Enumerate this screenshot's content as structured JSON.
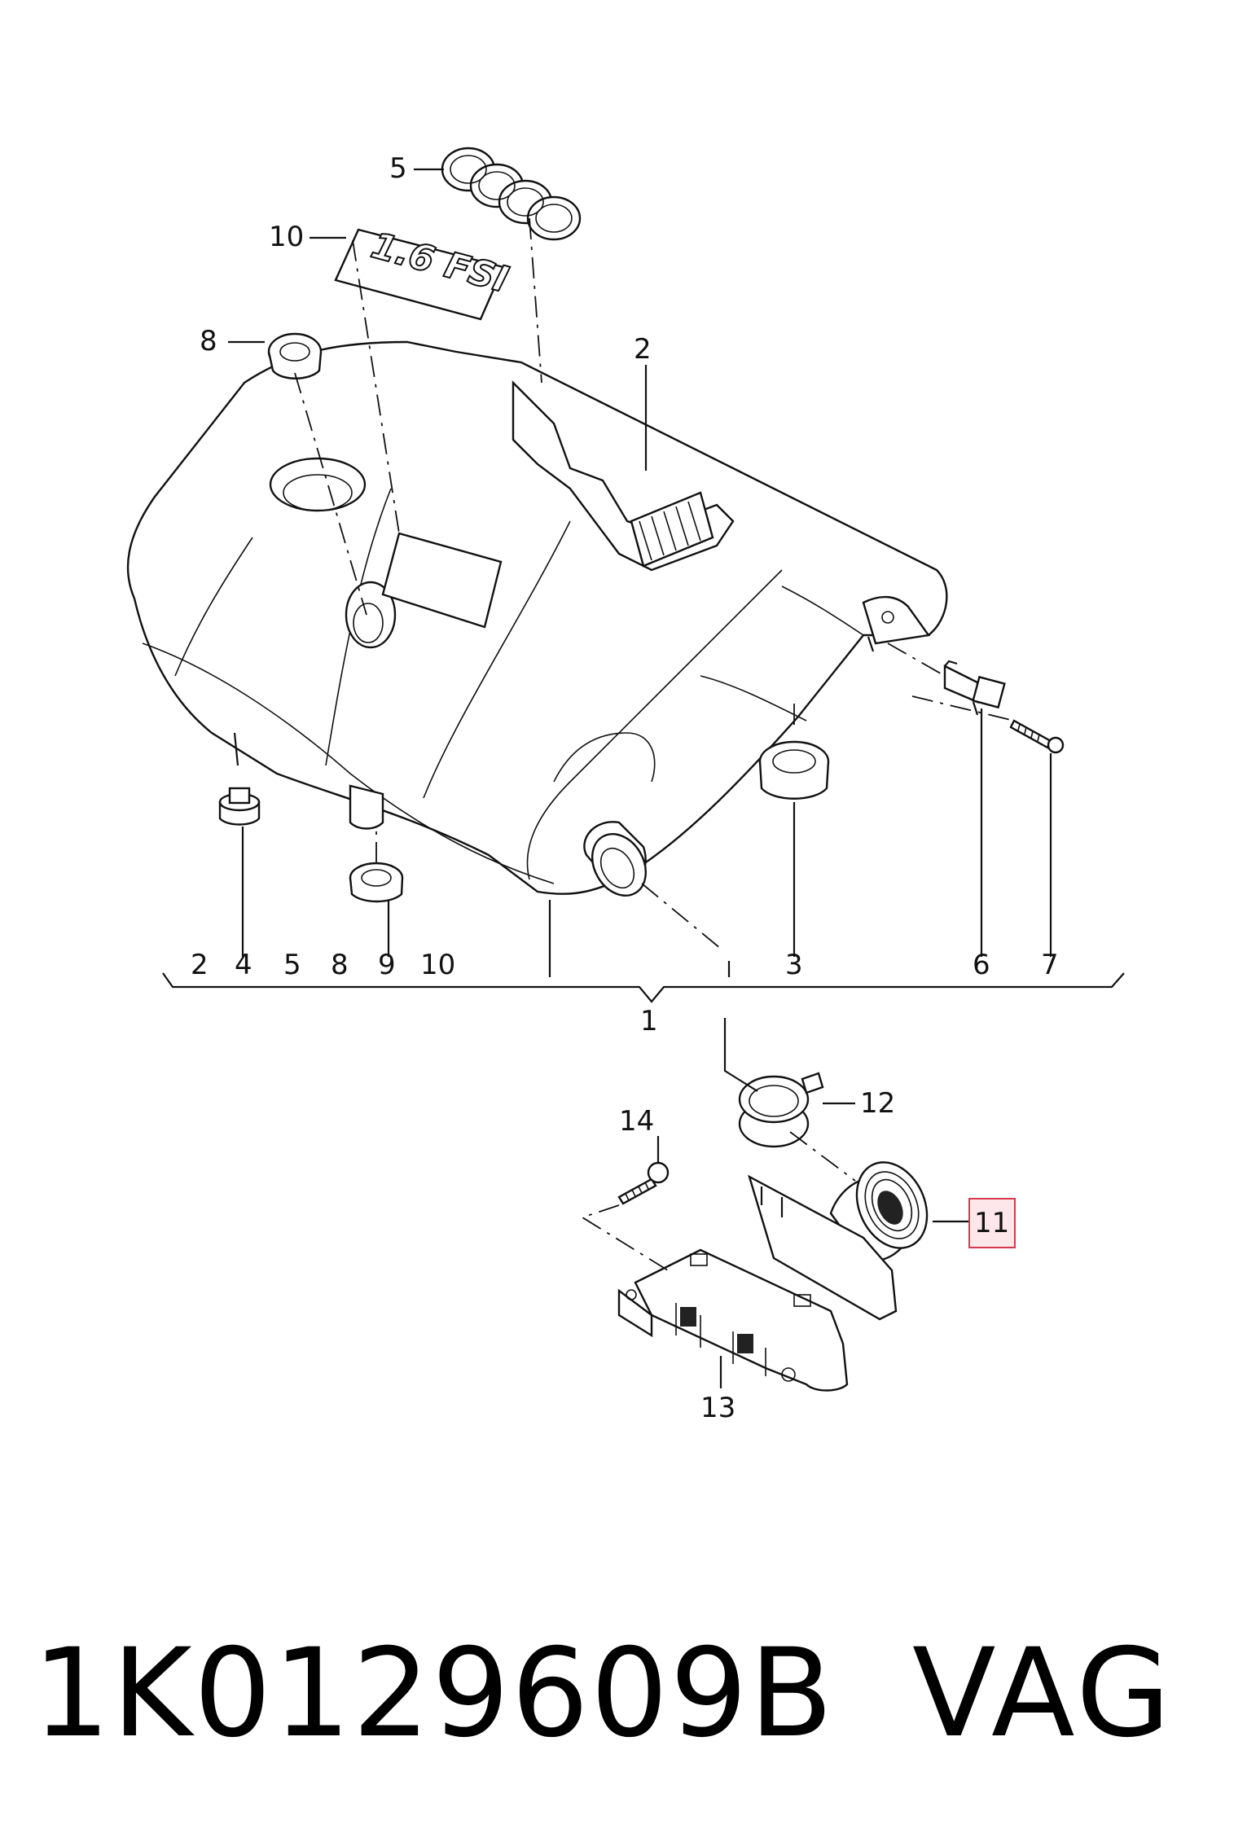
{
  "diagram": {
    "plate_text": "1.6 FSI",
    "callouts": {
      "c1": "1",
      "c2": "2",
      "c3": "3",
      "c5": "5",
      "c6": "6",
      "c7": "7",
      "c8": "8",
      "c10": "10",
      "c11": "11",
      "c12": "12",
      "c13": "13",
      "c14": "14"
    },
    "bracket_labels": [
      "2",
      "4",
      "5",
      "8",
      "9",
      "10"
    ],
    "highlight_color": "#d43a4e"
  },
  "footer": {
    "part_number": "1K0129609B",
    "brand": "VAG"
  }
}
